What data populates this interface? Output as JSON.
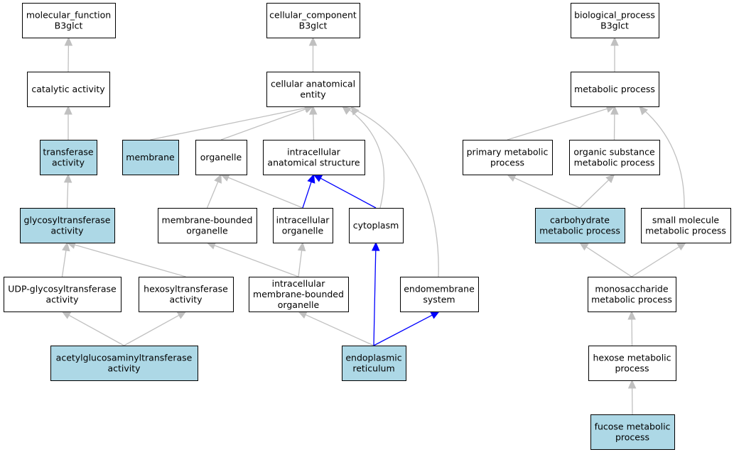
{
  "colors": {
    "highlight_fill": "#add8e6",
    "plain_fill": "#ffffff",
    "edge_gray": "#c0c0c0",
    "edge_blue": "#0000ff"
  },
  "nodes": [
    {
      "id": "molecular_function",
      "lines": [
        "molecular_function",
        "B3glct"
      ],
      "highlight": false
    },
    {
      "id": "catalytic_activity",
      "lines": [
        "catalytic activity"
      ],
      "highlight": false
    },
    {
      "id": "transferase_activity",
      "lines": [
        "transferase",
        "activity"
      ],
      "highlight": true
    },
    {
      "id": "glycosyltransferase_activity",
      "lines": [
        "glycosyltransferase",
        "activity"
      ],
      "highlight": true
    },
    {
      "id": "udp_glycosyltransferase_activity",
      "lines": [
        "UDP-glycosyltransferase",
        "activity"
      ],
      "highlight": false
    },
    {
      "id": "hexosyltransferase_activity",
      "lines": [
        "hexosyltransferase",
        "activity"
      ],
      "highlight": false
    },
    {
      "id": "acetylglucosaminyltransferase_activity",
      "lines": [
        "acetylglucosaminyltransferase",
        "activity"
      ],
      "highlight": true
    },
    {
      "id": "cellular_component",
      "lines": [
        "cellular_component",
        "B3glct"
      ],
      "highlight": false
    },
    {
      "id": "cellular_anatomical_entity",
      "lines": [
        "cellular anatomical",
        "entity"
      ],
      "highlight": false
    },
    {
      "id": "membrane",
      "lines": [
        "membrane"
      ],
      "highlight": true
    },
    {
      "id": "organelle",
      "lines": [
        "organelle"
      ],
      "highlight": false
    },
    {
      "id": "intracellular_anatomical_structure",
      "lines": [
        "intracellular",
        "anatomical structure"
      ],
      "highlight": false
    },
    {
      "id": "membrane_bounded_organelle",
      "lines": [
        "membrane-bounded",
        "organelle"
      ],
      "highlight": false
    },
    {
      "id": "intracellular_organelle",
      "lines": [
        "intracellular",
        "organelle"
      ],
      "highlight": false
    },
    {
      "id": "cytoplasm",
      "lines": [
        "cytoplasm"
      ],
      "highlight": false
    },
    {
      "id": "intracellular_membrane_bounded_organelle",
      "lines": [
        "intracellular",
        "membrane-bounded",
        "organelle"
      ],
      "highlight": false
    },
    {
      "id": "endomembrane_system",
      "lines": [
        "endomembrane",
        "system"
      ],
      "highlight": false
    },
    {
      "id": "endoplasmic_reticulum",
      "lines": [
        "endoplasmic",
        "reticulum"
      ],
      "highlight": true
    },
    {
      "id": "biological_process",
      "lines": [
        "biological_process",
        "B3glct"
      ],
      "highlight": false
    },
    {
      "id": "metabolic_process",
      "lines": [
        "metabolic process"
      ],
      "highlight": false
    },
    {
      "id": "primary_metabolic_process",
      "lines": [
        "primary metabolic",
        "process"
      ],
      "highlight": false
    },
    {
      "id": "organic_substance_metabolic_process",
      "lines": [
        "organic substance",
        "metabolic process"
      ],
      "highlight": false
    },
    {
      "id": "carbohydrate_metabolic_process",
      "lines": [
        "carbohydrate",
        "metabolic process"
      ],
      "highlight": true
    },
    {
      "id": "small_molecule_metabolic_process",
      "lines": [
        "small molecule",
        "metabolic process"
      ],
      "highlight": false
    },
    {
      "id": "monosaccharide_metabolic_process",
      "lines": [
        "monosaccharide",
        "metabolic process"
      ],
      "highlight": false
    },
    {
      "id": "hexose_metabolic_process",
      "lines": [
        "hexose metabolic",
        "process"
      ],
      "highlight": false
    },
    {
      "id": "fucose_metabolic_process",
      "lines": [
        "fucose metabolic",
        "process"
      ],
      "highlight": true
    }
  ],
  "edges": [
    {
      "from": "catalytic_activity",
      "to": "molecular_function",
      "color": "gray"
    },
    {
      "from": "transferase_activity",
      "to": "catalytic_activity",
      "color": "gray"
    },
    {
      "from": "glycosyltransferase_activity",
      "to": "transferase_activity",
      "color": "gray"
    },
    {
      "from": "udp_glycosyltransferase_activity",
      "to": "glycosyltransferase_activity",
      "color": "gray"
    },
    {
      "from": "hexosyltransferase_activity",
      "to": "glycosyltransferase_activity",
      "color": "gray"
    },
    {
      "from": "acetylglucosaminyltransferase_activity",
      "to": "udp_glycosyltransferase_activity",
      "color": "gray"
    },
    {
      "from": "acetylglucosaminyltransferase_activity",
      "to": "hexosyltransferase_activity",
      "color": "gray"
    },
    {
      "from": "cellular_anatomical_entity",
      "to": "cellular_component",
      "color": "gray"
    },
    {
      "from": "membrane",
      "to": "cellular_anatomical_entity",
      "color": "gray"
    },
    {
      "from": "organelle",
      "to": "cellular_anatomical_entity",
      "color": "gray"
    },
    {
      "from": "intracellular_anatomical_structure",
      "to": "cellular_anatomical_entity",
      "color": "gray"
    },
    {
      "from": "cytoplasm",
      "to": "cellular_anatomical_entity",
      "color": "gray"
    },
    {
      "from": "endomembrane_system",
      "to": "cellular_anatomical_entity",
      "color": "gray"
    },
    {
      "from": "membrane_bounded_organelle",
      "to": "organelle",
      "color": "gray"
    },
    {
      "from": "intracellular_organelle",
      "to": "organelle",
      "color": "gray"
    },
    {
      "from": "intracellular_organelle",
      "to": "intracellular_anatomical_structure",
      "color": "blue"
    },
    {
      "from": "cytoplasm",
      "to": "intracellular_anatomical_structure",
      "color": "blue"
    },
    {
      "from": "intracellular_membrane_bounded_organelle",
      "to": "membrane_bounded_organelle",
      "color": "gray"
    },
    {
      "from": "intracellular_membrane_bounded_organelle",
      "to": "intracellular_organelle",
      "color": "gray"
    },
    {
      "from": "endoplasmic_reticulum",
      "to": "intracellular_membrane_bounded_organelle",
      "color": "gray"
    },
    {
      "from": "endoplasmic_reticulum",
      "to": "cytoplasm",
      "color": "blue"
    },
    {
      "from": "endoplasmic_reticulum",
      "to": "endomembrane_system",
      "color": "blue"
    },
    {
      "from": "metabolic_process",
      "to": "biological_process",
      "color": "gray"
    },
    {
      "from": "primary_metabolic_process",
      "to": "metabolic_process",
      "color": "gray"
    },
    {
      "from": "organic_substance_metabolic_process",
      "to": "metabolic_process",
      "color": "gray"
    },
    {
      "from": "small_molecule_metabolic_process",
      "to": "metabolic_process",
      "color": "gray"
    },
    {
      "from": "carbohydrate_metabolic_process",
      "to": "primary_metabolic_process",
      "color": "gray"
    },
    {
      "from": "carbohydrate_metabolic_process",
      "to": "organic_substance_metabolic_process",
      "color": "gray"
    },
    {
      "from": "monosaccharide_metabolic_process",
      "to": "carbohydrate_metabolic_process",
      "color": "gray"
    },
    {
      "from": "monosaccharide_metabolic_process",
      "to": "small_molecule_metabolic_process",
      "color": "gray"
    },
    {
      "from": "hexose_metabolic_process",
      "to": "monosaccharide_metabolic_process",
      "color": "gray"
    },
    {
      "from": "fucose_metabolic_process",
      "to": "hexose_metabolic_process",
      "color": "gray"
    }
  ]
}
